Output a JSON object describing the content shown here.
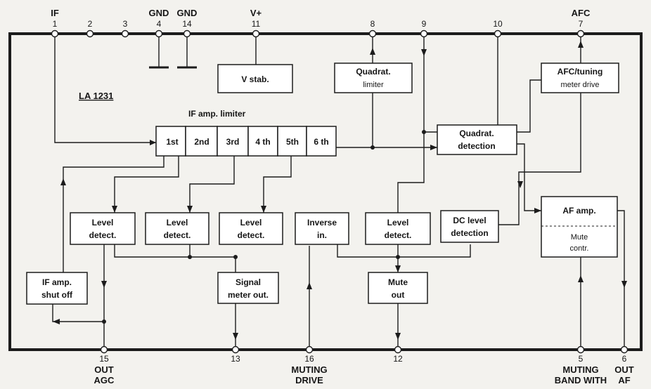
{
  "chip": {
    "title": "LA 1231",
    "limiter_title": "IF amp.  limiter"
  },
  "pins": [
    {
      "num": "1",
      "label": "IF"
    },
    {
      "num": "2",
      "label": ""
    },
    {
      "num": "3",
      "label": ""
    },
    {
      "num": "4",
      "label": "GND"
    },
    {
      "num": "14",
      "label": "GND"
    },
    {
      "num": "11",
      "label": "V+"
    },
    {
      "num": "8",
      "label": ""
    },
    {
      "num": "9",
      "label": ""
    },
    {
      "num": "10",
      "label": ""
    },
    {
      "num": "7",
      "label": "AFC"
    },
    {
      "num": "15",
      "label": "OUT\nAGC"
    },
    {
      "num": "13",
      "label": ""
    },
    {
      "num": "16",
      "label": "MUTING\nDRIVE"
    },
    {
      "num": "12",
      "label": ""
    },
    {
      "num": "5",
      "label": "MUTING\nBAND WITH"
    },
    {
      "num": "6",
      "label": "OUT\nAF"
    }
  ],
  "stages": [
    "1st",
    "2nd",
    "3rd",
    "4 th",
    "5th",
    "6 th"
  ],
  "blocks": {
    "vstab": [
      "V stab."
    ],
    "quad_limiter": [
      "Quadrat.",
      "limiter"
    ],
    "afc_drive": [
      "AFC/tuning",
      "meter drive"
    ],
    "quad_detection": [
      "Quadrat.",
      "detection"
    ],
    "level1": [
      "Level",
      "detect."
    ],
    "level2": [
      "Level",
      "detect."
    ],
    "level3": [
      "Level",
      "detect."
    ],
    "inverse": [
      "Inverse",
      "in."
    ],
    "level4": [
      "Level",
      "detect."
    ],
    "dc_level": [
      "DC level",
      "detection"
    ],
    "af_amp": [
      "AF amp.",
      "Mute",
      "contr."
    ],
    "if_shutoff": [
      "IF amp.",
      "shut off"
    ],
    "signal_meter": [
      "Signal",
      "meter out."
    ],
    "mute_out": [
      "Mute",
      "out"
    ]
  }
}
